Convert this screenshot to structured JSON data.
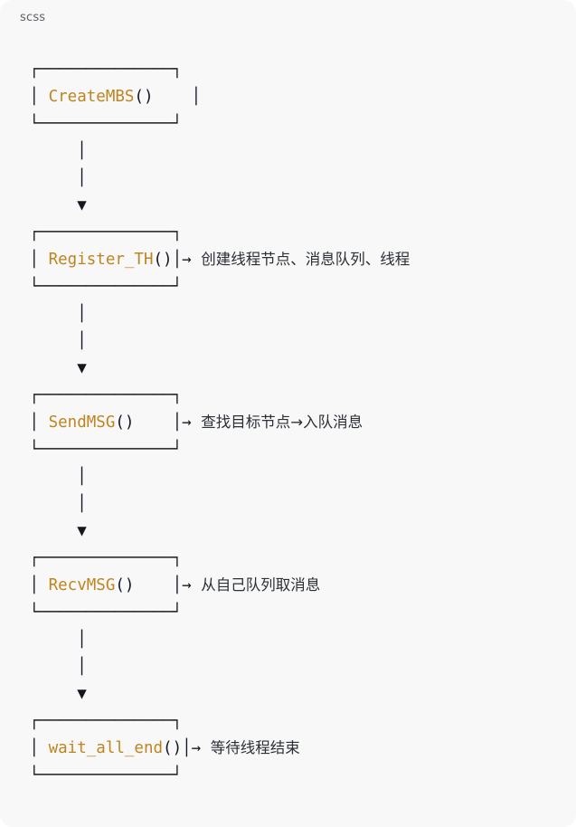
{
  "code_block": {
    "language_label": "scss",
    "background": "#f8f8f8",
    "colors": {
      "function_name": "#bf8420",
      "punctuation": "#101425",
      "box_border": "#14171d",
      "annotation_text": "#2b2f36",
      "language_label": "#5b6168",
      "surface": "#f8f8f8"
    },
    "glyphs": {
      "corner_top_left": "┌",
      "corner_top_right": "┐",
      "corner_bottom_left": "└",
      "corner_bottom_right": "┘",
      "horizontal": "─",
      "vertical": "│",
      "arrow_right": "→",
      "arrow_down_triangle": "▼"
    },
    "box_inner_width": 14,
    "box_indent": 1,
    "connector_indent": 6,
    "steps": [
      {
        "id": "step-create-mbs",
        "function": "CreateMBS",
        "call": "CreateMBS()",
        "annotation": "",
        "has_annotation": false
      },
      {
        "id": "step-register-th",
        "function": "Register_TH",
        "call": "Register_TH()",
        "annotation": "创建线程节点、消息队列、线程",
        "has_annotation": true
      },
      {
        "id": "step-send-msg",
        "function": "SendMSG",
        "call": "SendMSG()",
        "annotation": "查找目标节点→入队消息",
        "has_annotation": true
      },
      {
        "id": "step-recv-msg",
        "function": "RecvMSG",
        "call": "RecvMSG()",
        "annotation": "从自己队列取消息",
        "has_annotation": true
      },
      {
        "id": "step-wait-all-end",
        "function": "wait_all_end",
        "call": "wait_all_end()",
        "annotation": "等待线程结束",
        "has_annotation": true
      }
    ],
    "lines": [
      {
        "kind": "box-top",
        "border": "┌──────────────┐",
        "step": 0
      },
      {
        "kind": "box-mid",
        "left": "│ ",
        "call": "CreateMBS()",
        "pad": "    ",
        "right": "│",
        "arrow": "",
        "annotation": "",
        "step": 0
      },
      {
        "kind": "box-bottom",
        "border": "└──────────────┘",
        "step": 0
      },
      {
        "kind": "conn-pipe",
        "glyph": "│"
      },
      {
        "kind": "conn-pipe",
        "glyph": "│"
      },
      {
        "kind": "conn-tri",
        "glyph": "▼"
      },
      {
        "kind": "box-top",
        "border": "┌──────────────┐",
        "step": 1
      },
      {
        "kind": "box-mid",
        "left": "│ ",
        "call": "Register_TH()",
        "pad": "",
        "right": "│",
        "arrow": "→",
        "annotation": "创建线程节点、消息队列、线程",
        "step": 1
      },
      {
        "kind": "box-bottom",
        "border": "└──────────────┘",
        "step": 1
      },
      {
        "kind": "conn-pipe",
        "glyph": "│"
      },
      {
        "kind": "conn-pipe",
        "glyph": "│"
      },
      {
        "kind": "conn-tri",
        "glyph": "▼"
      },
      {
        "kind": "box-top",
        "border": "┌──────────────┐",
        "step": 2
      },
      {
        "kind": "box-mid",
        "left": "│ ",
        "call": "SendMSG()",
        "pad": "    ",
        "right": "│",
        "arrow": "→",
        "annotation": "查找目标节点→入队消息",
        "step": 2
      },
      {
        "kind": "box-bottom",
        "border": "└──────────────┘",
        "step": 2
      },
      {
        "kind": "conn-pipe",
        "glyph": "│"
      },
      {
        "kind": "conn-pipe",
        "glyph": "│"
      },
      {
        "kind": "conn-tri",
        "glyph": "▼"
      },
      {
        "kind": "box-top",
        "border": "┌──────────────┐",
        "step": 3
      },
      {
        "kind": "box-mid",
        "left": "│ ",
        "call": "RecvMSG()",
        "pad": "    ",
        "right": "│",
        "arrow": "→",
        "annotation": "从自己队列取消息",
        "step": 3
      },
      {
        "kind": "box-bottom",
        "border": "└──────────────┘",
        "step": 3
      },
      {
        "kind": "conn-pipe",
        "glyph": "│"
      },
      {
        "kind": "conn-pipe",
        "glyph": "│"
      },
      {
        "kind": "conn-tri",
        "glyph": "▼"
      },
      {
        "kind": "box-top",
        "border": "┌──────────────┐",
        "step": 4
      },
      {
        "kind": "box-mid",
        "left": "│ ",
        "call": "wait_all_end()",
        "pad": "",
        "right": "│",
        "arrow": "→",
        "annotation": "等待线程结束",
        "step": 4
      },
      {
        "kind": "box-bottom",
        "border": "└──────────────┘",
        "step": 4
      }
    ]
  }
}
